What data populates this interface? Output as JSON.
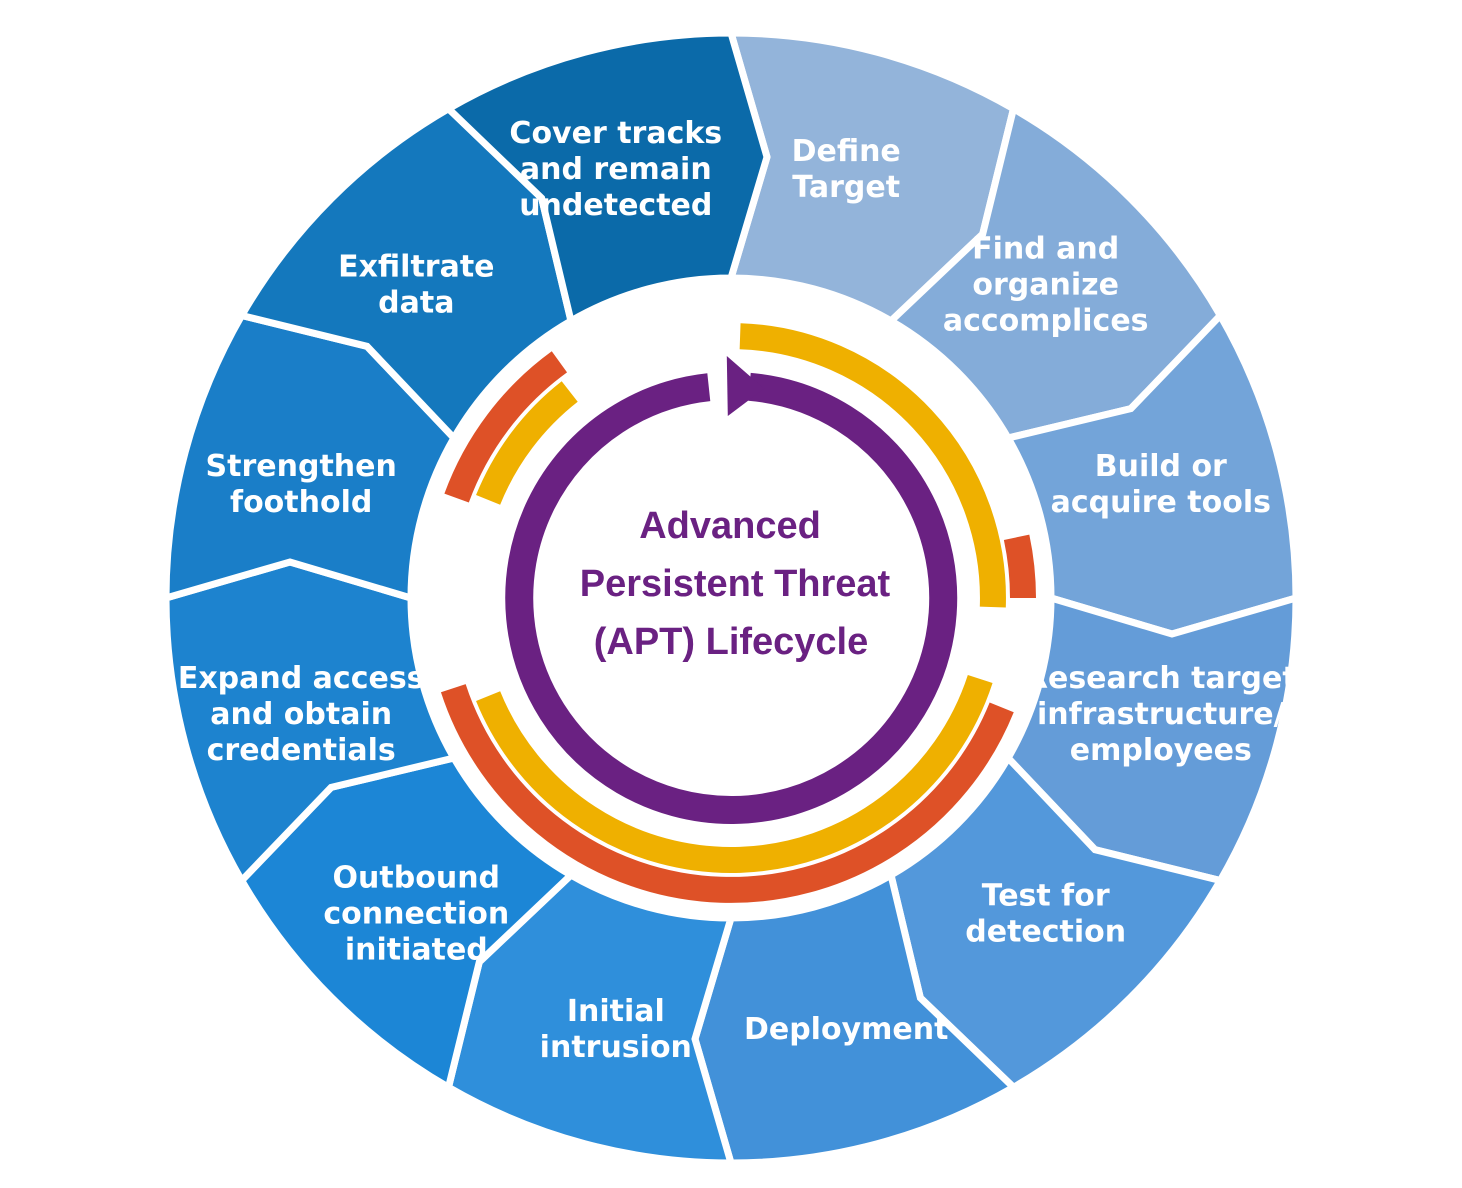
{
  "title_lines": [
    "Advanced",
    "Persistent Threat",
    "(APT) Lifecycle"
  ],
  "stages": [
    {
      "id": "define-target",
      "lines": [
        "Define",
        "Target"
      ],
      "color": "#93b4da"
    },
    {
      "id": "find-accomplices",
      "lines": [
        "Find and",
        "organize",
        "accomplices"
      ],
      "color": "#84acd9"
    },
    {
      "id": "build-tools",
      "lines": [
        "Build or",
        "acquire tools"
      ],
      "color": "#73a4d9"
    },
    {
      "id": "research-target",
      "lines": [
        "Research target",
        "infrastructure/",
        "employees"
      ],
      "color": "#649cd8"
    },
    {
      "id": "test-detection",
      "lines": [
        "Test for",
        "detection"
      ],
      "color": "#5398db"
    },
    {
      "id": "deployment",
      "lines": [
        "Deployment"
      ],
      "color": "#4291d9"
    },
    {
      "id": "initial-intrusion",
      "lines": [
        "Initial",
        "intrusion"
      ],
      "color": "#2f8fdb"
    },
    {
      "id": "outbound-connection",
      "lines": [
        "Outbound",
        "connection",
        "initiated"
      ],
      "color": "#1c86d6"
    },
    {
      "id": "expand-access",
      "lines": [
        "Expand access",
        "and obtain",
        "credentials"
      ],
      "color": "#1d83cf"
    },
    {
      "id": "strengthen-foothold",
      "lines": [
        "Strengthen",
        "foothold"
      ],
      "color": "#1a7ec8"
    },
    {
      "id": "exfiltrate-data",
      "lines": [
        "Exfiltrate",
        "data"
      ],
      "color": "#1478bd"
    },
    {
      "id": "cover-tracks",
      "lines": [
        "Cover tracks",
        "and remain",
        "undetected"
      ],
      "color": "#0b6aa9"
    }
  ],
  "colors": {
    "purple": "#6a2182",
    "yellow": "#efb000",
    "orange": "#de5127",
    "divider": "#ffffff"
  }
}
